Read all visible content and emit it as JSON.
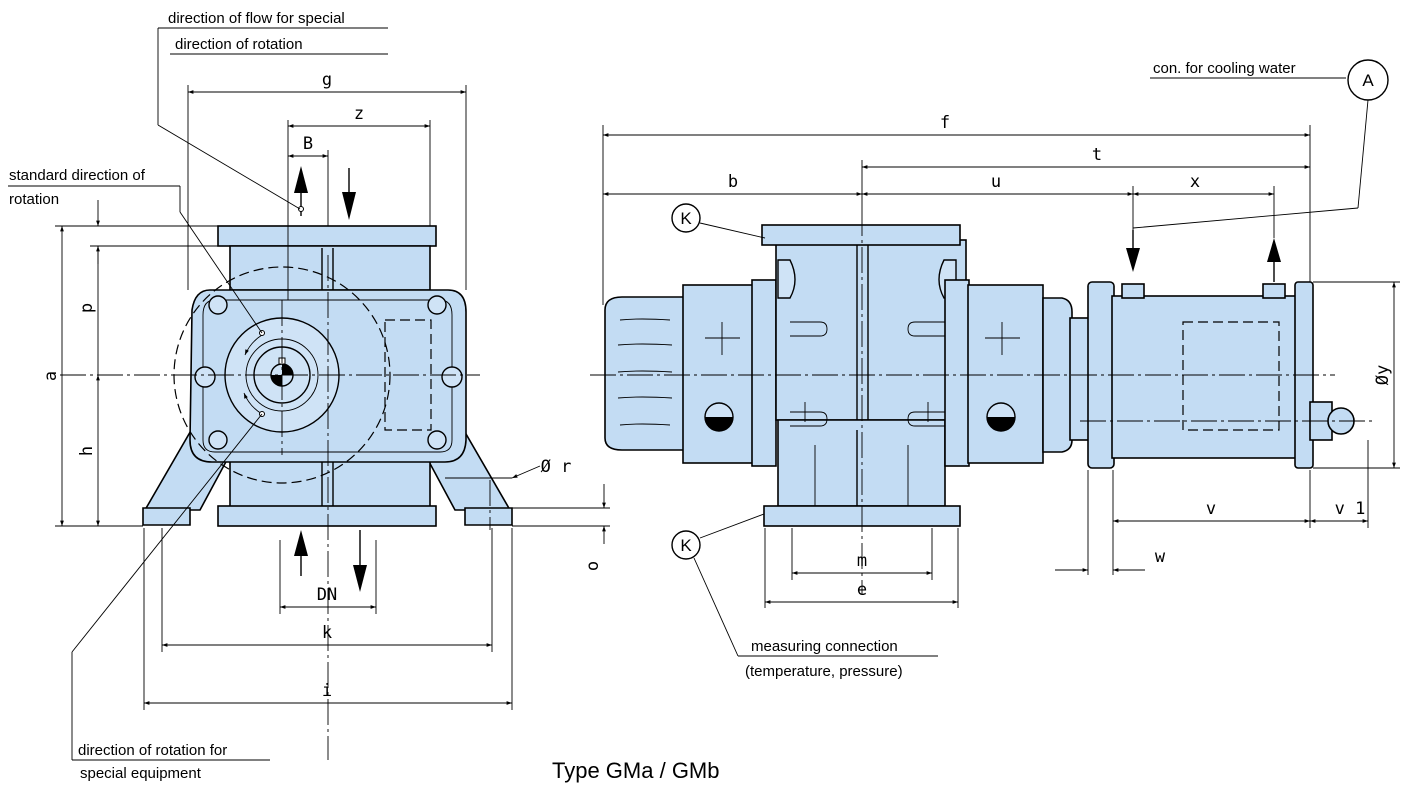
{
  "caption": "Type GMa / GMb",
  "annotations": {
    "flow_special_line1": "direction of flow for special",
    "flow_special_line2": "direction of rotation",
    "standard_rotation_line1": "standard direction of",
    "standard_rotation_line2": "rotation",
    "special_equipment_line1": "direction of rotation for",
    "special_equipment_line2": "special equipment",
    "cooling_water": "con. for cooling water",
    "measuring_line1": "measuring connection",
    "measuring_line2": "(temperature, pressure)"
  },
  "bubbles": {
    "a": "A",
    "k_top": "K",
    "k_bottom": "K"
  },
  "front_dims": {
    "g": "g",
    "z": "z",
    "B": "B",
    "p": "p",
    "a": "a",
    "h": "h",
    "r": "Ø r",
    "o": "o",
    "DN": "DN",
    "k": "k",
    "i": "i"
  },
  "side_dims": {
    "f": "f",
    "t": "t",
    "b": "b",
    "u": "u",
    "x": "x",
    "y": "Øy",
    "m": "m",
    "e": "e",
    "v": "v",
    "v1": "v 1",
    "w": "w"
  },
  "colors": {
    "body_fill": "#c3dcf3",
    "line": "#000000"
  }
}
